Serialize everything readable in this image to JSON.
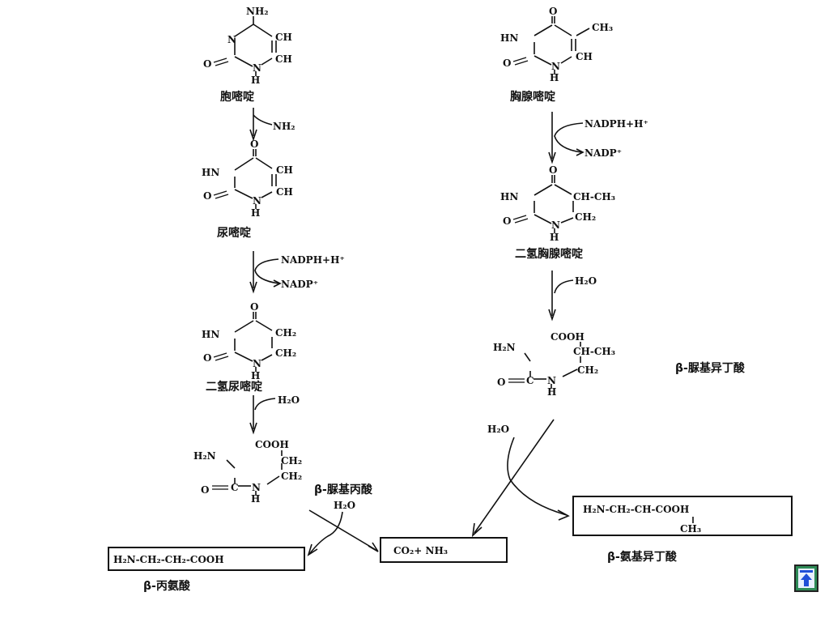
{
  "left_pathway": {
    "cytosine": {
      "name": "胞嘧啶",
      "atoms": {
        "nh2": "NH₂",
        "n3": "N",
        "c5h": "CH",
        "c6h": "CH",
        "o": "O",
        "n1": "N",
        "h": "H"
      }
    },
    "step1": {
      "product": "NH₂"
    },
    "uracil": {
      "name": "尿嘧啶",
      "atoms": {
        "o_top": "O",
        "hn": "HN",
        "c5h": "CH",
        "c6h": "CH",
        "o": "O",
        "n1": "N",
        "h": "H"
      }
    },
    "step2": {
      "in": "NADPH+H⁺",
      "out": "NADP⁺"
    },
    "dihydrouracil": {
      "name": "二氢尿嘧啶",
      "atoms": {
        "o_top": "O",
        "hn": "HN",
        "c5h2": "CH₂",
        "c6h2": "CH₂",
        "o": "O",
        "n1": "N",
        "h": "H"
      }
    },
    "step3": {
      "in": "H₂O"
    },
    "ureidopropionate": {
      "name": "β-脲基丙酸",
      "atoms": {
        "h2n": "H₂N",
        "cooh": "COOH",
        "ch2a": "CH₂",
        "ch2b": "CH₂",
        "o": "O",
        "c": "C",
        "n": "N",
        "h": "H"
      }
    },
    "step4": {
      "in": "H₂O"
    },
    "beta_alanine": {
      "formula": "H₂N-CH₂-CH₂-COOH",
      "name": "β-丙氨酸"
    }
  },
  "right_pathway": {
    "thymine": {
      "name": "胸腺嘧啶",
      "atoms": {
        "o_top": "O",
        "hn": "HN",
        "ch3": "CH₃",
        "c6h": "CH",
        "o": "O",
        "n1": "N",
        "h": "H"
      }
    },
    "step1": {
      "in": "NADPH+H⁺",
      "out": "NADP⁺"
    },
    "dihydrothymine": {
      "name": "二氢胸腺嘧啶",
      "atoms": {
        "o_top": "O",
        "hn": "HN",
        "chch3": "CH-CH₃",
        "ch2": "CH₂",
        "o": "O",
        "n1": "N",
        "h": "H"
      }
    },
    "step2": {
      "in": "H₂O"
    },
    "ureidoisobutyrate": {
      "name": "β-脲基异丁酸",
      "atoms": {
        "h2n": "H₂N",
        "cooh": "COOH",
        "chch3": "CH-CH₃",
        "ch2": "CH₂",
        "o": "O",
        "c": "C",
        "n": "N",
        "h": "H"
      }
    },
    "step3": {
      "in": "H₂O"
    },
    "aminoisobutyrate": {
      "formula_main": "H₂N-CH₂-CH-COOH",
      "formula_branch": "CH₃",
      "name": "β-氨基异丁酸"
    }
  },
  "shared_product": {
    "formula": "CO₂+ NH₃"
  },
  "nav": {
    "icon": "home-icon"
  }
}
